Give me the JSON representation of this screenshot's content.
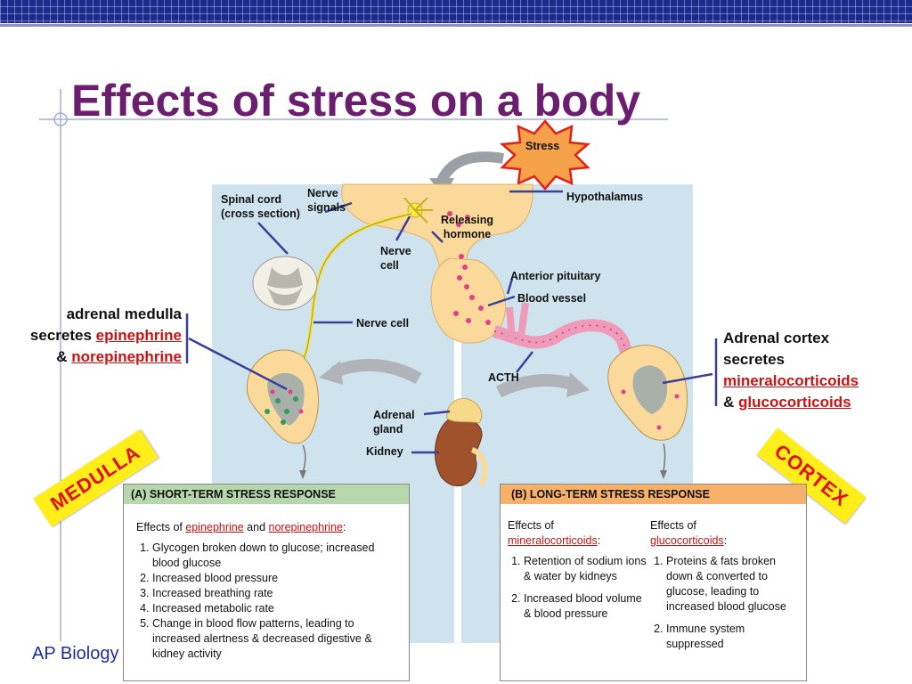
{
  "title": "Effects of stress on a body",
  "footer": "AP Biology",
  "diagram": {
    "stress": "Stress",
    "hypothalamus": "Hypothalamus",
    "spinal_cord_l1": "Spinal cord",
    "spinal_cord_l2": "(cross section)",
    "nerve_signals_l1": "Nerve",
    "nerve_signals_l2": "signals",
    "releasing_hormone_l1": "Releasing",
    "releasing_hormone_l2": "hormone",
    "nerve_cell_top_l1": "Nerve",
    "nerve_cell_top_l2": "cell",
    "anterior_pituitary": "Anterior pituitary",
    "blood_vessel": "Blood vessel",
    "nerve_cell": "Nerve cell",
    "acth": "ACTH",
    "adrenal_gland_l1": "Adrenal",
    "adrenal_gland_l2": "gland",
    "kidney": "Kidney"
  },
  "left_callout": {
    "line1": "adrenal medulla",
    "line2_prefix": "secretes ",
    "line2_red": "epinephrine",
    "line3_prefix": "& ",
    "line3_red": "norepinephrine"
  },
  "right_callout": {
    "line1": "Adrenal cortex",
    "line2": "secretes",
    "line3_red": "mineralocorticoids",
    "line4_prefix": "& ",
    "line4_red": "glucocorticoids"
  },
  "banners": {
    "medulla": "MEDULLA",
    "cortex": "CORTEX"
  },
  "short_term": {
    "header": "(A) SHORT-TERM STRESS RESPONSE",
    "effects_prefix": "Effects of ",
    "effects_red1": "epinephrine",
    "effects_and": " and ",
    "effects_red2": "norepinephrine",
    "effects_suffix": ":",
    "items": [
      "Glycogen broken down to glucose; increased blood glucose",
      "Increased blood pressure",
      "Increased breathing rate",
      "Increased metabolic rate",
      "Change in blood flow patterns, leading to increased alertness & decreased digestive & kidney activity"
    ]
  },
  "long_term": {
    "header": "(B) LONG-TERM STRESS RESPONSE",
    "col1_prefix": "Effects of",
    "col1_red": "mineralocorticoids",
    "col1_suffix": ":",
    "col1_items": [
      "Retention of sodium ions & water by kidneys",
      "Increased blood volume & blood pressure"
    ],
    "col2_prefix": "Effects of",
    "col2_red": "glucocorticoids",
    "col2_suffix": ":",
    "col2_items": [
      "Proteins & fats broken down & converted to glucose, leading to increased blood glucose",
      "Immune system suppressed"
    ]
  },
  "colors": {
    "title": "#6b1d6e",
    "panel_bg": "#cfe3ef",
    "short_head": "#b6d7ac",
    "long_head": "#f6b06a",
    "banner": "#ffee1a"
  }
}
